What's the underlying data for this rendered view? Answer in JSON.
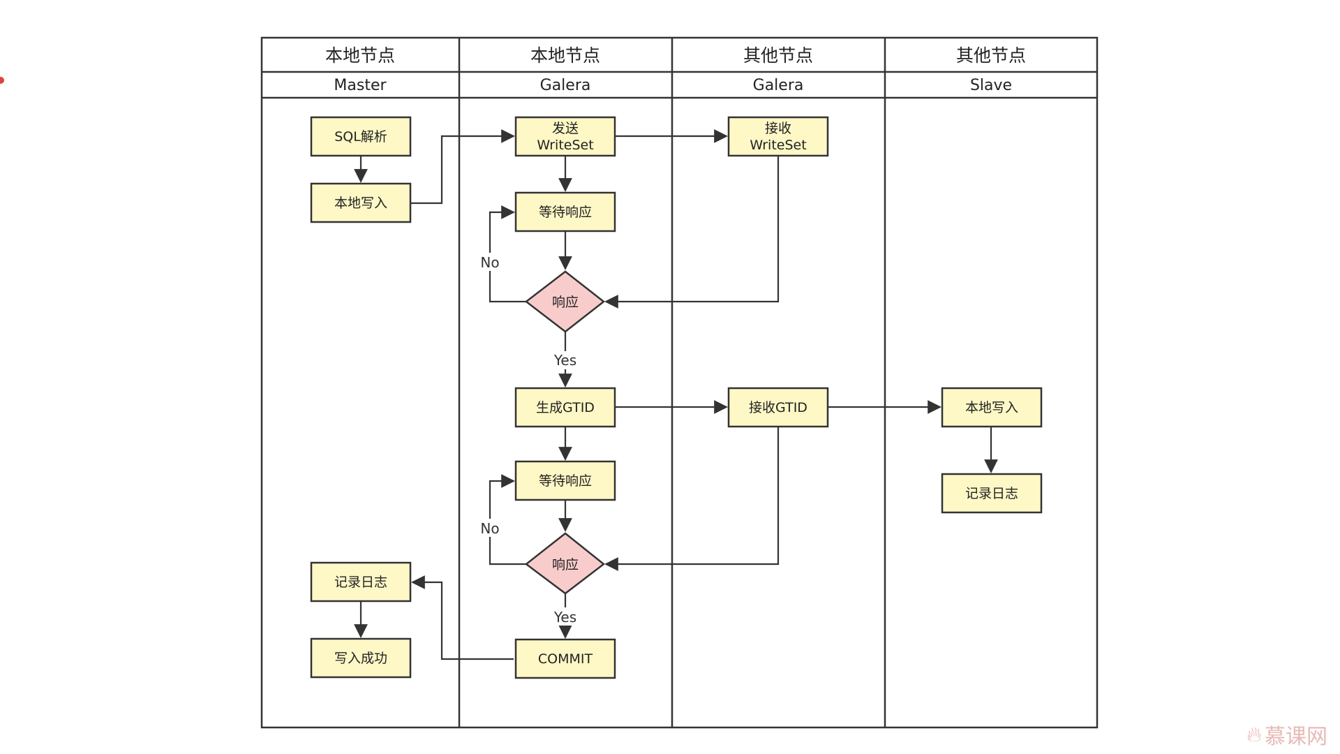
{
  "lanes": [
    {
      "title": "本地节点",
      "subtitle": "Master"
    },
    {
      "title": "本地节点",
      "subtitle": "Galera"
    },
    {
      "title": "其他节点",
      "subtitle": "Galera"
    },
    {
      "title": "其他节点",
      "subtitle": "Slave"
    }
  ],
  "nodes": {
    "sql_parse": "SQL解析",
    "local_write_master": "本地写入",
    "send_writeset": [
      "发送",
      "WriteSet"
    ],
    "recv_writeset": [
      "接收",
      "WriteSet"
    ],
    "wait_1": "等待响应",
    "respond_1": "响应",
    "gen_gtid": "生成GTID",
    "recv_gtid": "接收GTID",
    "slave_local_write": "本地写入",
    "slave_log": "记录日志",
    "wait_2": "等待响应",
    "respond_2": "响应",
    "master_log": "记录日志",
    "write_success": "写入成功",
    "commit": "COMMIT"
  },
  "edge_labels": {
    "no_1": "No",
    "yes_1": "Yes",
    "no_2": "No",
    "yes_2": "Yes"
  },
  "watermark": "慕课网",
  "colors": {
    "box_fill": "#fdf8c6",
    "decision_fill": "#f9cccc",
    "stroke": "#333333",
    "watermark": "#e7b9b6"
  }
}
